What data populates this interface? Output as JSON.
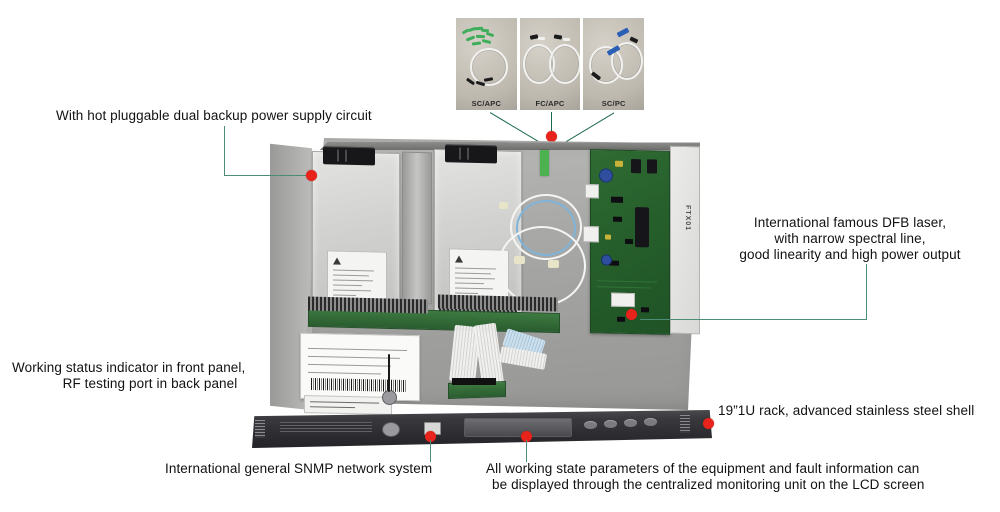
{
  "page": {
    "title": "Optical transmitter internal structure feature diagram",
    "line_color": "#4d8c79",
    "marker_color": "#e8231c",
    "text_color": "#111111"
  },
  "connector_panel": {
    "name": "optical-connector-options",
    "items": [
      {
        "label": "SC/APC",
        "connector_color": "#3fae5a"
      },
      {
        "label": "FC/APC",
        "connector_color": "#efefed"
      },
      {
        "label": "SC/PC",
        "connector_color": "#2a5fb5"
      }
    ]
  },
  "device": {
    "laser_module_tag": "FTX01"
  },
  "callouts": {
    "power_supply": {
      "name": "callout-power-supply",
      "text": "With hot pluggable dual backup power supply circuit"
    },
    "dfb_laser": {
      "name": "callout-dfb-laser",
      "line1": "International famous DFB laser,",
      "line2": "with narrow spectral line,",
      "line3": "good linearity and high power output"
    },
    "status_indicator": {
      "name": "callout-status-indicator",
      "line1": "Working status indicator in front panel,",
      "line2": "RF testing port in back panel"
    },
    "rack": {
      "name": "callout-rack",
      "text": "19”1U rack, advanced stainless steel shell"
    },
    "snmp": {
      "name": "callout-snmp",
      "text": "International general SNMP network system"
    },
    "lcd_monitoring": {
      "name": "callout-lcd-monitoring",
      "line1": "All working state parameters of the equipment and fault information can",
      "line2": "be displayed through the centralized monitoring unit on the LCD screen"
    }
  }
}
